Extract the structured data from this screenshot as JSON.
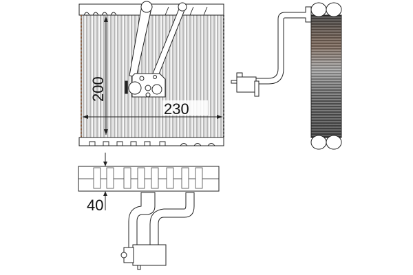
{
  "drawing": {
    "subject": "evaporator technical drawing",
    "views": [
      "front-view",
      "top-view",
      "side-view"
    ],
    "dimensions": {
      "height": "200",
      "width": "230",
      "depth": "40"
    },
    "colors": {
      "line": "#222222",
      "fin_fill": "#f4f4f4",
      "core_dark": "#3a3a3a",
      "core_accent": "#8a5a3a",
      "background": "#ffffff"
    }
  }
}
